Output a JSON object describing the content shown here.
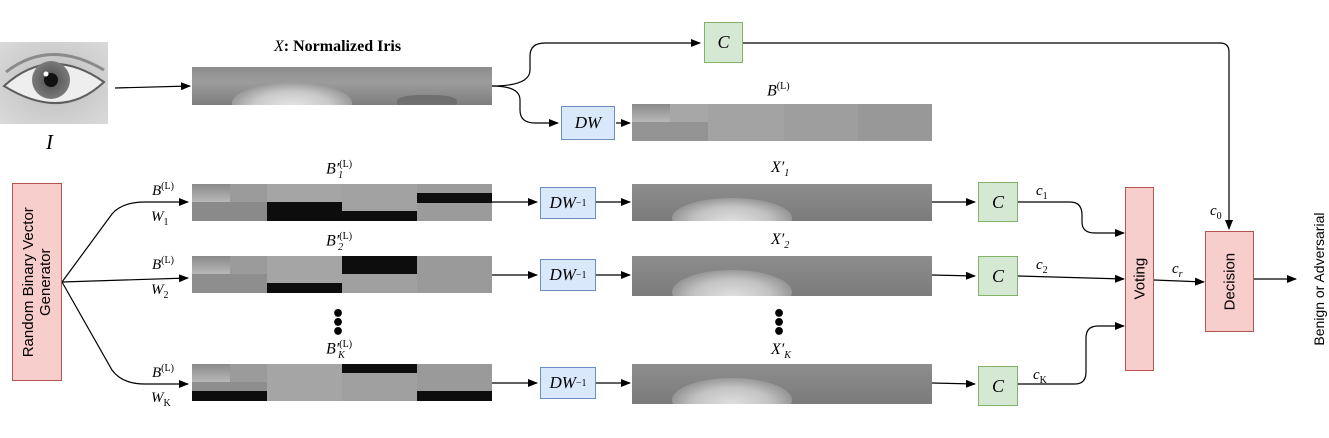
{
  "top": {
    "iris_title_var": "X",
    "iris_title_text": ": Normalized Iris",
    "eye_label": "I",
    "classifier_label": "C",
    "dw_label": "DW",
    "bl_label": "B",
    "bl_sup": "(L)"
  },
  "generator": {
    "line1": "Random Binary Vector",
    "line2": "Generator"
  },
  "rows": [
    {
      "b_label": "B",
      "b_sup": "(L)",
      "w_label": "W",
      "w_sub": "1",
      "bp_label": "B′",
      "bp_sub": "1",
      "bp_sup": "(L)",
      "idw_label": "DW",
      "idw_sup": "−1",
      "xp_label": "X′",
      "xp_sub": "1",
      "c_label": "C",
      "out_label": "c",
      "out_sub": "1"
    },
    {
      "b_label": "B",
      "b_sup": "(L)",
      "w_label": "W",
      "w_sub": "2",
      "bp_label": "B′",
      "bp_sub": "2",
      "bp_sup": "(L)",
      "idw_label": "DW",
      "idw_sup": "−1",
      "xp_label": "X′",
      "xp_sub": "2",
      "c_label": "C",
      "out_label": "c",
      "out_sub": "2"
    },
    {
      "b_label": "B",
      "b_sup": "(L)",
      "w_label": "W",
      "w_sub": "K",
      "bp_label": "B′",
      "bp_sub": "K",
      "bp_sup": "(L)",
      "idw_label": "DW",
      "idw_sup": "−1",
      "xp_label": "X′",
      "xp_sub": "K",
      "c_label": "C",
      "out_label": "c",
      "out_sub": "K"
    }
  ],
  "voting": "Voting",
  "decision": "Decision",
  "c0": {
    "label": "c",
    "sub": "0"
  },
  "cr": {
    "label": "c",
    "sub": "r"
  },
  "output": "Benign or Adversarial",
  "colors": {
    "green_fill": "#d5e8d4",
    "green_stroke": "#82b366",
    "blue_fill": "#dae8fc",
    "blue_stroke": "#6c8ebf",
    "red_fill": "#f8cecc",
    "red_stroke": "#b85450"
  }
}
